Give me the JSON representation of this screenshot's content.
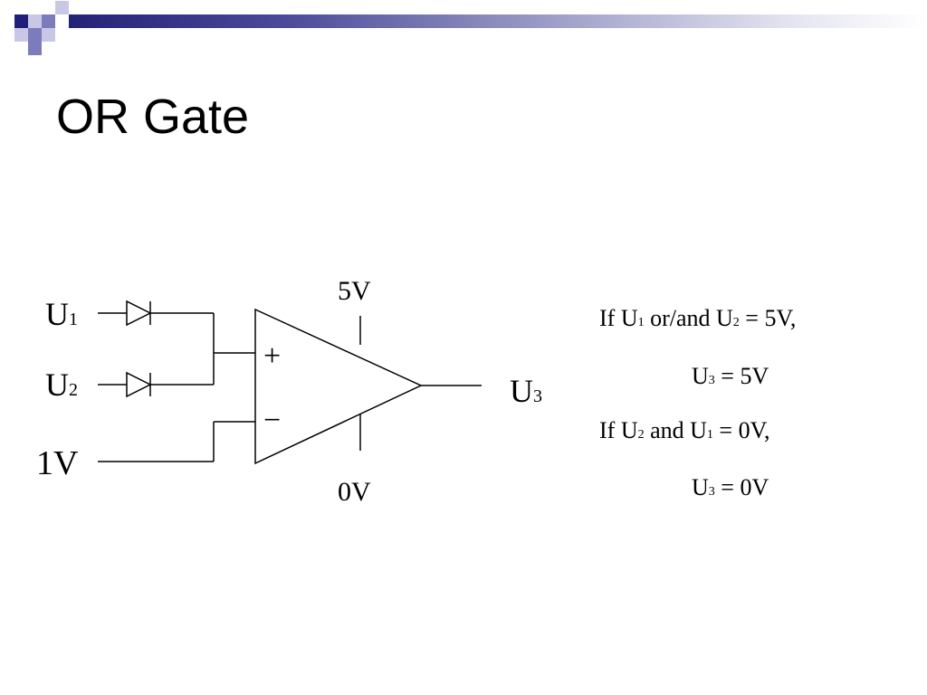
{
  "slide": {
    "title": "OR Gate",
    "header_colors": [
      "#1f1f77",
      "#7c7cbd",
      "#c8c8e6"
    ]
  },
  "circuit": {
    "input_1": {
      "name": "U",
      "sub": "1"
    },
    "input_2": {
      "name": "U",
      "sub": "2"
    },
    "reference": "1V",
    "supply_top": "5V",
    "supply_bottom": "0V",
    "output": {
      "name": "U",
      "sub": "3"
    },
    "plus_sign": "+",
    "minus_sign": "−"
  },
  "explanation": {
    "line1": {
      "a": "If U",
      "a_sub": "1",
      "b": " or/and U",
      "b_sub": "2",
      "c": " = 5V,"
    },
    "line2": {
      "a": "U",
      "a_sub": "3",
      "b": " = 5V"
    },
    "line3": {
      "a": "If U",
      "a_sub": "2",
      "b": "  and U",
      "b_sub": "1",
      "c": " = 0V,"
    },
    "line4": {
      "a": "U",
      "a_sub": "3",
      "b": " = 0V"
    }
  }
}
